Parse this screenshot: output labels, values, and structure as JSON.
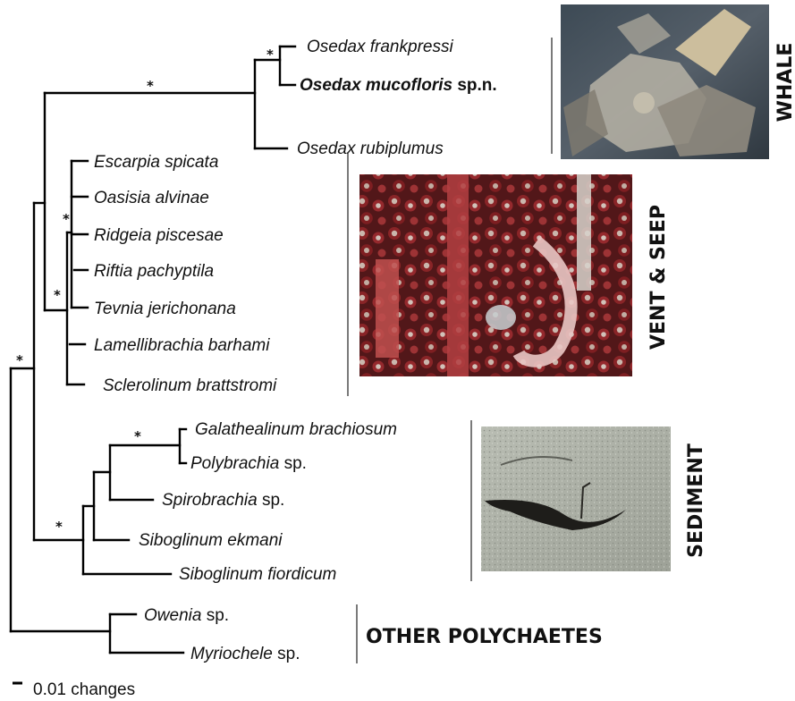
{
  "taxa": [
    {
      "name": "Osedax frankpressi",
      "bold": false
    },
    {
      "name": "Osedax mucofloris",
      "suffix": "sp.n.",
      "bold": true
    },
    {
      "name": "Osedax rubiplumus",
      "bold": false
    },
    {
      "name": "Escarpia spicata",
      "bold": false
    },
    {
      "name": "Oasisia alvinae",
      "bold": false
    },
    {
      "name": "Ridgeia piscesae",
      "bold": false
    },
    {
      "name": "Riftia pachyptila",
      "bold": false
    },
    {
      "name": "Tevnia jerichonana",
      "bold": false
    },
    {
      "name": "Lamellibrachia barhami",
      "bold": false
    },
    {
      "name": "Sclerolinum brattstromi",
      "bold": false
    },
    {
      "name": "Galathealinum brachiosum",
      "bold": false
    },
    {
      "name": "Polybrachia",
      "suffix": "sp.",
      "bold": false
    },
    {
      "name": "Spirobrachia",
      "suffix": "sp.",
      "bold": false
    },
    {
      "name": "Siboglinum ekmani",
      "bold": false
    },
    {
      "name": "Siboglinum fiordicum",
      "bold": false
    },
    {
      "name": "Owenia",
      "suffix": "sp.",
      "bold": false
    },
    {
      "name": "Myriochele",
      "suffix": "sp.",
      "bold": false
    }
  ],
  "support_marker": "*",
  "groups": [
    {
      "label": "WHALE"
    },
    {
      "label": "VENT & SEEP"
    },
    {
      "label": "SEDIMENT"
    },
    {
      "label": "OTHER POLYCHAETES"
    }
  ],
  "scale_bar": {
    "label": "0.01 changes"
  }
}
